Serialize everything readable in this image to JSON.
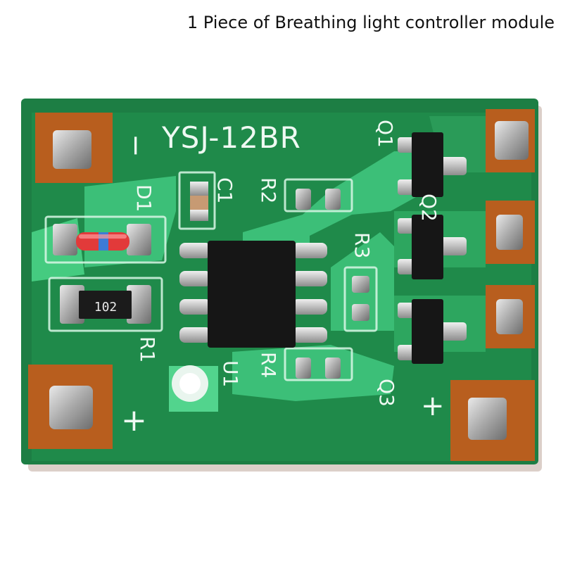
{
  "caption": "1 Piece of Breathing light controller module",
  "board": {
    "model_label": "YSJ-12BR",
    "minus_label": "−",
    "plus_label_left": "+",
    "plus_label_right": "+",
    "resistor_code": "102",
    "designators": {
      "d1": "D1",
      "c1": "C1",
      "r1": "R1",
      "r2": "R2",
      "r3": "R3",
      "r4": "R4",
      "u1": "U1",
      "q1": "Q1",
      "q2": "Q2",
      "q3": "Q3"
    },
    "colors": {
      "pcb_green": "#1f8a4a",
      "pcb_light_green": "#3cc777",
      "copper_pad": "#b85e1e",
      "solder_silver": "#b9b9b9",
      "chip_black": "#161616"
    }
  }
}
